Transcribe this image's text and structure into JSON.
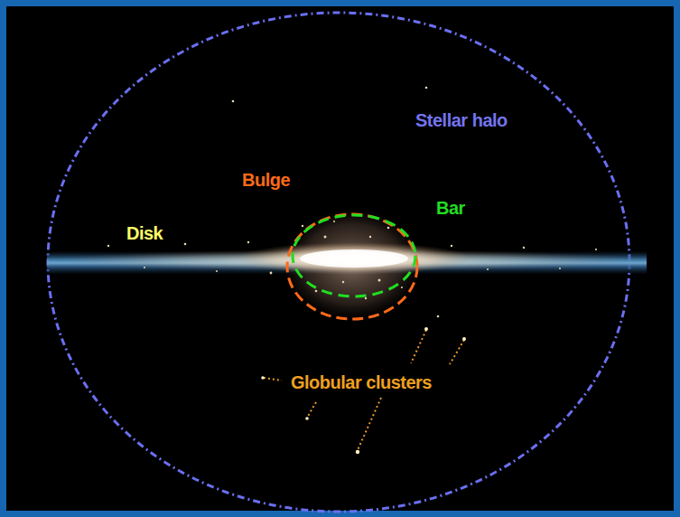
{
  "diagram": {
    "labels": [
      "Stellar halo",
      "Bulge",
      "Bar",
      "Disk",
      "Globular clusters"
    ]
  }
}
